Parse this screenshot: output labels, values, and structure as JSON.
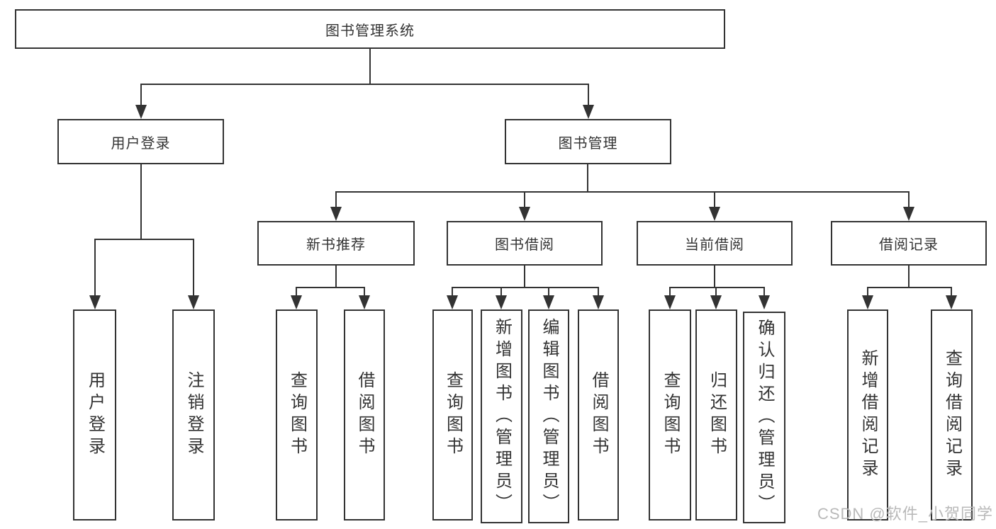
{
  "diagram": {
    "title_node": {
      "label": "图书管理系统"
    },
    "level2": [
      {
        "label": "用户登录"
      },
      {
        "label": "图书管理"
      }
    ],
    "level3": [
      {
        "label": "新书推荐"
      },
      {
        "label": "图书借阅"
      },
      {
        "label": "当前借阅"
      },
      {
        "label": "借阅记录"
      }
    ],
    "leaves": {
      "user_login": [
        "用户登录",
        "注销登录"
      ],
      "new_books": [
        "查询图书",
        "借阅图书"
      ],
      "borrowing": [
        "查询图书",
        "新增图书（管理员）",
        "编辑图书（管理员）",
        "借阅图书"
      ],
      "current": [
        "查询图书",
        "归还图书",
        "确认归还（管理员）"
      ],
      "records": [
        "新增借阅记录",
        "查询借阅记录"
      ]
    },
    "colors": {
      "line": "#333333",
      "text": "#333333",
      "background": "#ffffff",
      "watermark": "#b9b9b9"
    },
    "watermark": "CSDN @软件_小贺同学"
  }
}
